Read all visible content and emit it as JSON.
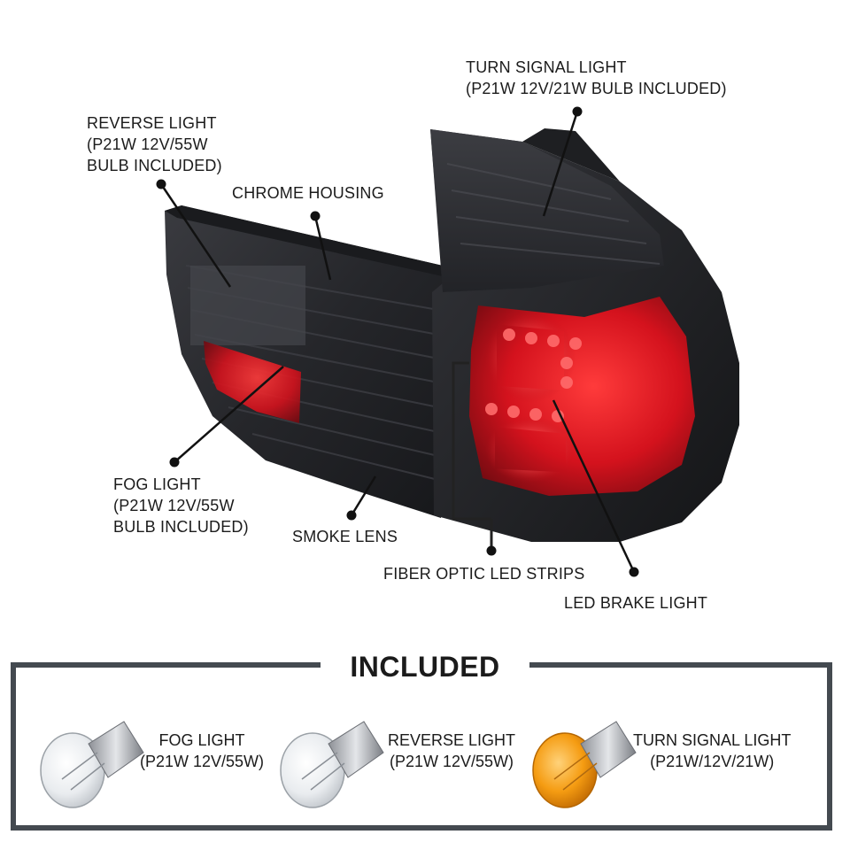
{
  "callouts": {
    "turn_signal": {
      "line1": "TURN SIGNAL LIGHT",
      "line2": "(P21W 12V/21W BULB INCLUDED)"
    },
    "reverse": {
      "line1": "REVERSE LIGHT",
      "line2": "(P21W 12V/55W",
      "line3": "BULB INCLUDED)"
    },
    "chrome_housing": "CHROME HOUSING",
    "fog": {
      "line1": "FOG LIGHT",
      "line2": "(P21W 12V/55W",
      "line3": "BULB INCLUDED)"
    },
    "smoke_lens": "SMOKE LENS",
    "fiber_optic": "FIBER OPTIC LED STRIPS",
    "led_brake": "LED BRAKE LIGHT"
  },
  "included": {
    "title": "INCLUDED",
    "bulbs": [
      {
        "name": "FOG LIGHT",
        "spec": "(P21W 12V/55W)",
        "color": "clear"
      },
      {
        "name": "REVERSE LIGHT",
        "spec": "(P21W 12V/55W)",
        "color": "clear"
      },
      {
        "name": "TURN SIGNAL LIGHT",
        "spec": "(P21W/12V/21W)",
        "color": "amber"
      }
    ]
  },
  "colors": {
    "frame": "#444a50",
    "lens_smoke": "#2b2c30",
    "led_red": "#e3202b",
    "amber": "#f59c12"
  }
}
